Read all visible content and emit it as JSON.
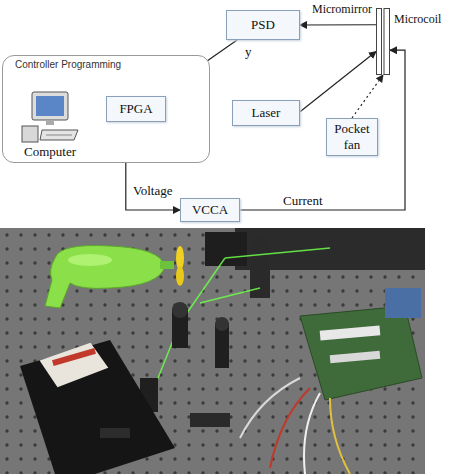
{
  "diagram": {
    "nodes": [
      {
        "text": [
          "Controller Programming"
        ]
      },
      {
        "text": [
          "Computer"
        ],
        "in": 0
      },
      {
        "text": [
          "FPGA"
        ],
        "in": 0
      },
      {
        "text": [
          "PSD"
        ]
      },
      {
        "text": [
          "Laser"
        ]
      },
      {
        "text": [
          "Micromirror",
          "Microcoil"
        ]
      },
      {
        "text": [
          "Pocket fan"
        ]
      },
      {
        "text": [
          "VCCA"
        ]
      }
    ],
    "edges": [
      {
        "from": 3,
        "to": 2,
        "arrow": "to",
        "label": "y"
      },
      {
        "from": 1,
        "to": 2,
        "arrow": "both"
      },
      {
        "from": 2,
        "to": 7,
        "arrow": "to",
        "label": "Voltage"
      },
      {
        "from": 7,
        "to": 5,
        "arrow": "to",
        "label": "Current"
      },
      {
        "from": 4,
        "to": 5,
        "arrow": "to"
      },
      {
        "from": 5,
        "to": 3,
        "arrow": "to"
      },
      {
        "from": 6,
        "to": 5,
        "arrow": "to"
      }
    ]
  }
}
